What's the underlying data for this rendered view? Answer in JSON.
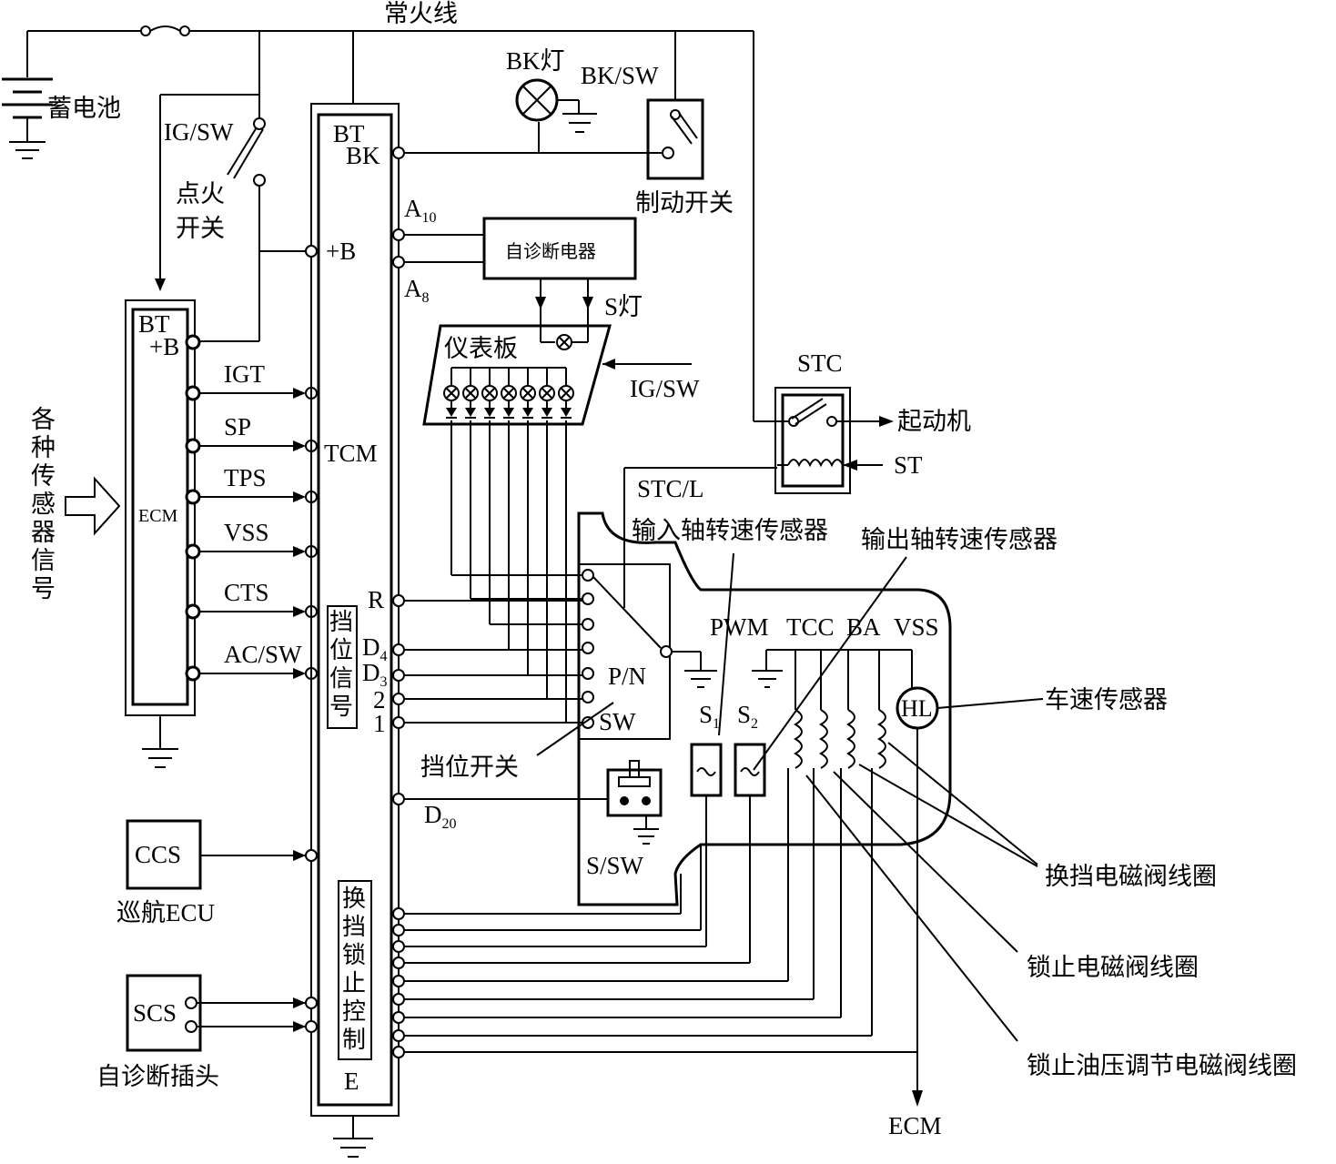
{
  "labels": {
    "always_hot": "常火线",
    "battery": "蓄电池",
    "ig_sw": "IG/SW",
    "ignition_switch": "点火\n开关",
    "bk_lamp": "BK灯",
    "bk_sw": "BK/SW",
    "brake_switch": "制动开关",
    "self_diag_unit": "自诊断电器",
    "s_lamp": "S灯",
    "dashboard": "仪表板",
    "ig_sw_2": "IG/SW",
    "stc": "STC",
    "starter": "起动机",
    "st": "ST",
    "stc_l": "STC/L",
    "input_shaft_sensor": "输入轴转速传感器",
    "output_shaft_sensor": "输出轴转速传感器",
    "sensors_signal": "各\n种\n传\n感\n器\n信\n号",
    "ecm_box": "ECM",
    "tcm": "TCM",
    "gear_signal": "挡\n位\n信\n号",
    "shift_lock_control": "换\n挡\n锁\n止\n控\n制",
    "gear_switch": "挡位开关",
    "p_n": "P/N",
    "sw": "SW",
    "s_sw": "S/SW",
    "pwm": "PWM",
    "tcc": "TCC",
    "ba": "BA",
    "vss_top": "VSS",
    "hl": "HL",
    "speed_sensor": "车速传感器",
    "shift_solenoid": "换挡电磁阀线圈",
    "lockup_solenoid": "锁止电磁阀线圈",
    "lockup_pressure_solenoid": "锁止油压调节电磁阀线圈",
    "ecm_bottom": "ECM",
    "ccs": "CCS",
    "cruise_ecu": "巡航ECU",
    "scs": "SCS",
    "diag_plug": "自诊断插头",
    "e": "E",
    "s1": "S",
    "s1_sub": "1",
    "s2": "S",
    "s2_sub": "2"
  },
  "ecm_pins": [
    "IGT",
    "SP",
    "TPS",
    "VSS",
    "CTS",
    "AC/SW"
  ],
  "ecm_top": {
    "bt": "BT",
    "plus_b": "+B"
  },
  "tcm_pins": {
    "bt": "BT",
    "bk": "BK",
    "a10": "A",
    "a10_sub": "10",
    "plus_b": "+B",
    "a8": "A",
    "a8_sub": "8",
    "r": "R",
    "d4": "D",
    "d4_sub": "4",
    "d3": "D",
    "d3_sub": "3",
    "two": "2",
    "one": "1",
    "d20": "D",
    "d20_sub": "20"
  }
}
